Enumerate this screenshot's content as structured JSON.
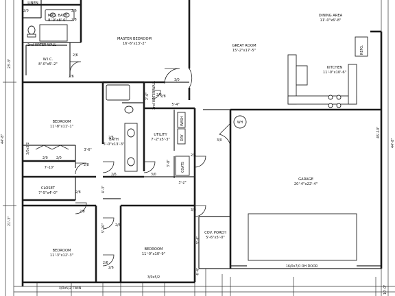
{
  "rooms": {
    "linen": {
      "name": "LINEN"
    },
    "mas_bath": {
      "name": "MAS. BATH",
      "dims": "8'-0\"x8'-0\""
    },
    "wic": {
      "name": "W.I.C.",
      "dims": "8'-0\"x5'-2\""
    },
    "master_bedroom": {
      "name": "MASTER BEDROOM",
      "dims": "16'-6\"x13'-2\""
    },
    "great_room": {
      "name": "GREAT ROOM",
      "dims": "15'-2\"x17'-5\""
    },
    "dining_area": {
      "name": "DINING AREA",
      "dims": "11'-0\"x6'-8\""
    },
    "kitchen": {
      "name": "KITCHEN",
      "dims": "11'-0\"x10'-6\""
    },
    "bedroom_1": {
      "name": "BEDROOM",
      "dims": "11'-8\"x11'-1\""
    },
    "bath": {
      "name": "BATH",
      "dims": "5'-0\"x13'-3\""
    },
    "utility": {
      "name": "UTILITY",
      "dims": "7'-2\"x5'-3\""
    },
    "garage": {
      "name": "GARAGE",
      "dims": "20'-4\"x22'-4\""
    },
    "closet": {
      "name": "CLOSET",
      "dims": "7'-5\"x4'-0\""
    },
    "bedroom_2": {
      "name": "BEDROOM",
      "dims": "11'-3\"x12'-3\""
    },
    "bedroom_3": {
      "name": "BEDROOM",
      "dims": "11'-0\"x10'-9\""
    },
    "cov_porch": {
      "name": "COV. PORCH",
      "dims": "5'-6\"x5'-0\""
    }
  },
  "labels": {
    "half_wall_1": "2nd WATER WALL",
    "half_wall_2": "2nd WATER WALL",
    "wh": "WH",
    "refg": "REFG.",
    "wash": "WASH",
    "dry": "DRY",
    "coats": "COATS",
    "garage_door": "16/0x7/0 OH DOOR",
    "window_twin": "3/0x5/2 TWIN",
    "window_single": "3/0x5/2",
    "window_side": "3/0x5/2"
  },
  "doors": {
    "d1": "2/0",
    "d2": "2/6",
    "d3": "2/8",
    "d4": "2/6",
    "d5": "2/6",
    "d6": "3/0",
    "d7": "2/6",
    "d8": "2/6",
    "d9": "2/0",
    "d10": "2/0",
    "d11": "2/8",
    "d12": "2/6",
    "d13": "3/0",
    "d14": "2/6",
    "d15": "2/8",
    "d16": "2/8",
    "d17": "2/6",
    "d18": "2/6",
    "d19": "3/0",
    "d20": "3/0",
    "d21": "2/8",
    "d22": "2/6"
  },
  "dimensions": {
    "left_top": "23'-3\"",
    "left_mid": "44'-8\"",
    "left_bot": "21'-3\"",
    "right_mid": "45'-10\"",
    "right_far": "44'-8\"",
    "closet_w": "3'-6\"",
    "hall_w": "7'-10\"",
    "bath_w": "5'-4\"",
    "util_d1": "3'-8\"",
    "util_d2": "3'-2\"",
    "util_d3": "2'-6\"",
    "hall_v": "4'-3\"",
    "hall_v2": "5'-10\"",
    "porch_v": "5'-4\"",
    "porch_v2": "4'-4\"",
    "bottom_r": "10'-0\""
  }
}
